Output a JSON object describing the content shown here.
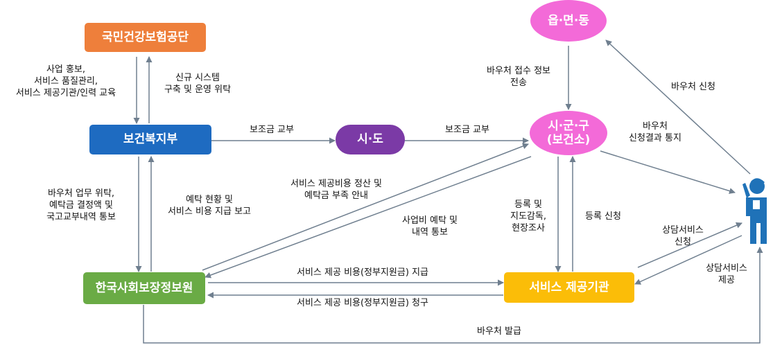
{
  "colors": {
    "orange": "#ee7f3b",
    "blue": "#1e6bc1",
    "purple": "#7b3aa6",
    "pink": "#f36ad8",
    "green": "#6aab45",
    "yellow": "#fbbd08",
    "person": "#1f72b8",
    "arrow": "#6f7f8f"
  },
  "nodes": {
    "nhis": "국민건강보험공단",
    "mohw": "보건복지부",
    "sido": "시·도",
    "eupmyeondong": "읍·면·동",
    "sigungu": "시·군·구\n(보건소)",
    "ssis": "한국사회보장정보원",
    "provider": "서비스 제공기관"
  },
  "person_icon": "user-icon",
  "labels": {
    "promo": "사업 홍보,\n서비스 품질관리,\n서비스 제공기관/인력 교육",
    "new_system": "신규 시스템\n구축 및 운영 위탁",
    "subsidy_1": "보조금 교부",
    "subsidy_2": "보조금 교부",
    "voucher_info": "바우처 접수 정보\n전송",
    "voucher_apply": "바우처 신청",
    "voucher_result": "바우처\n신청결과 통지",
    "voucher_task": "바우처 업무 위탁,\n예탁금 결정액 및\n국고교부내역 통보",
    "deposit_status": "예탁 현황 및\n서비스 비용 지급 보고",
    "settlement": "서비스 제공비용 정산 및\n예탁금 부족 안내",
    "project_deposit": "사업비 예탁 및\n내역 통보",
    "registration": "등록 및\n지도감독,\n현장조사",
    "reg_apply": "등록 신청",
    "consult_apply": "상담서비스\n신청",
    "consult_provide": "상담서비스\n제공",
    "pay": "서비스 제공 비용(정부지원금) 지급",
    "claim": "서비스 제공 비용(정부지원금) 청구",
    "voucher_issue": "바우처 발급"
  }
}
